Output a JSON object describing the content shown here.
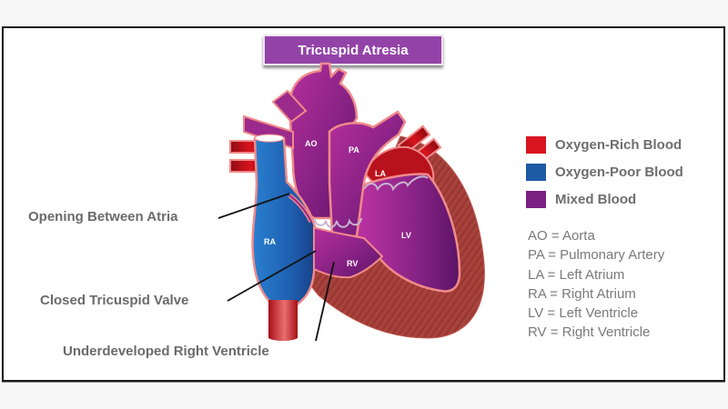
{
  "title": "Tricuspid Atresia",
  "colors": {
    "oxygen_rich": "#d8141e",
    "oxygen_poor": "#1f5aa6",
    "mixed": "#7a2082",
    "title_banner": "#9343a8",
    "myocardium": "#a03c38",
    "outline": "#f08a8a"
  },
  "legend": {
    "items": [
      {
        "label": "Oxygen-Rich Blood",
        "color": "#d8141e",
        "icon": "red-swatch"
      },
      {
        "label": "Oxygen-Poor Blood",
        "color": "#1f5aa6",
        "icon": "blue-swatch"
      },
      {
        "label": "Mixed Blood",
        "color": "#7a2082",
        "icon": "purple-swatch"
      }
    ]
  },
  "abbreviations": [
    {
      "text": "AO = Aorta"
    },
    {
      "text": "PA = Pulmonary Artery"
    },
    {
      "text": "LA = Left Atrium"
    },
    {
      "text": "RA = Right Atrium"
    },
    {
      "text": "LV = Left Ventricle"
    },
    {
      "text": "RV = Right Ventricle"
    }
  ],
  "callouts": {
    "opening_between_atria": "Opening Between Atria",
    "closed_tricuspid_valve": "Closed Tricuspid Valve",
    "underdeveloped_rv": "Underdeveloped Right Ventricle"
  },
  "chambers": {
    "ao": "AO",
    "pa": "PA",
    "la": "LA",
    "ra": "RA",
    "lv": "LV",
    "rv": "RV"
  }
}
